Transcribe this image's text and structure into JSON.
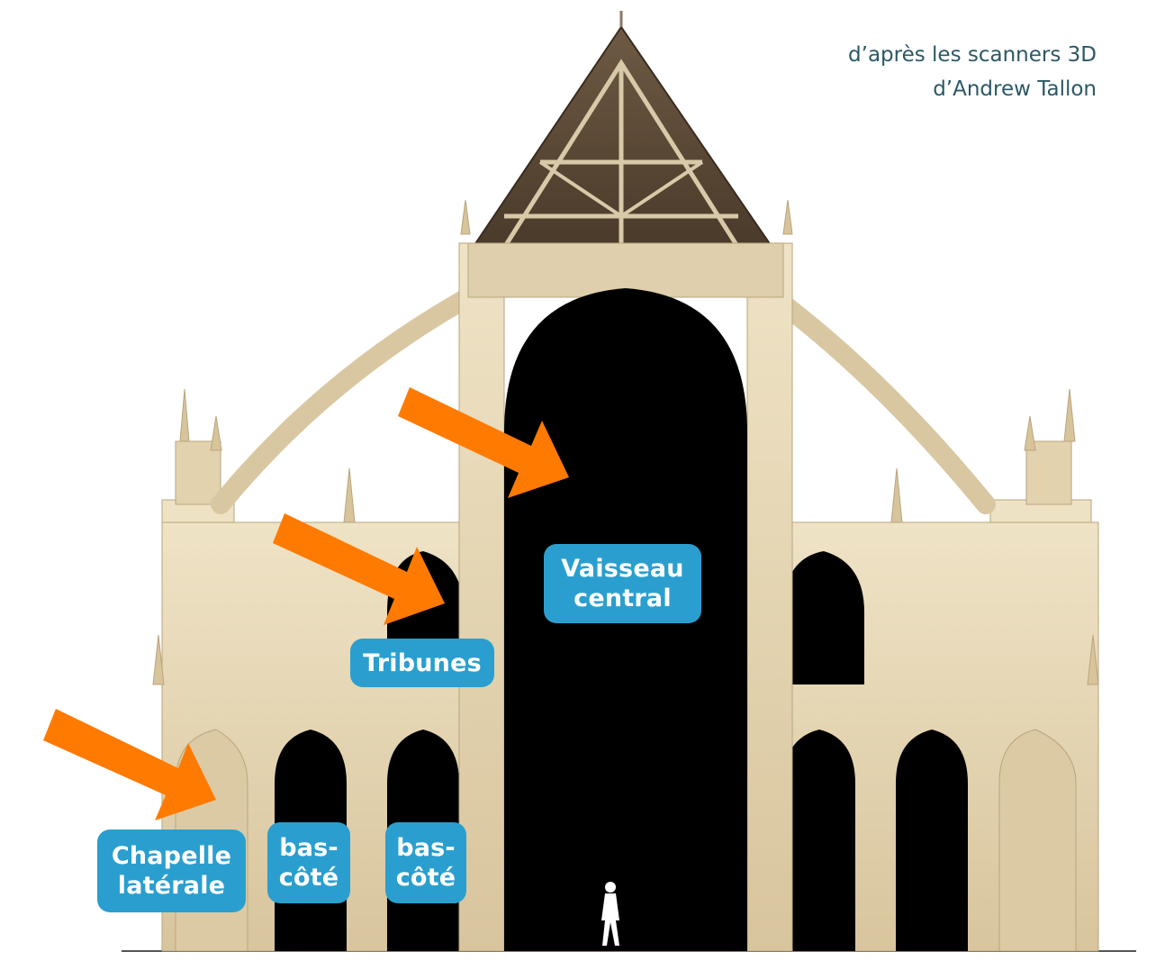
{
  "credit": {
    "line1": "d’après les scanners 3D",
    "line2": "d’Andrew Tallon"
  },
  "labels": {
    "vaisseau": [
      "Vaisseau",
      "central"
    ],
    "tribunes": [
      "Tribunes"
    ],
    "chapelle": [
      "Chapelle",
      "latérale"
    ],
    "bas_cote_1": [
      "bas-",
      "côté"
    ],
    "bas_cote_2": [
      "bas-",
      "côté"
    ]
  },
  "colors": {
    "label_bg": "#2a9fcf",
    "arrow": "#ff7a00",
    "stone": "#e6d6b4",
    "interior": "#000000",
    "credit_text": "#2c5866"
  },
  "icons": [
    "orange-arrow-icon",
    "human-figure-icon"
  ]
}
